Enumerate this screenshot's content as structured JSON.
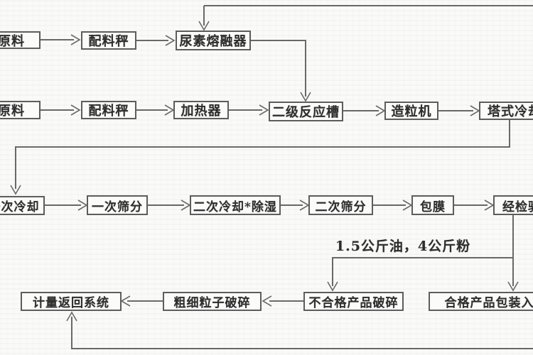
{
  "diagram": {
    "title_hint": "fertilizer-production-flowchart",
    "annotation": "1.5公斤油，4公斤粉",
    "colors": {
      "line": "#5d5d5d",
      "box_border": "#5d5d5d",
      "text": "#2e2e2e",
      "background": "#fafaf9"
    },
    "nodes": {
      "raw_material_1": "原料",
      "batch_scale_1": "配料秤",
      "urea_melter": "尿素熔融器",
      "raw_material_2": "原料",
      "batch_scale_2": "配料秤",
      "heater": "加热器",
      "secondary_reactor": "二级反应槽",
      "granulator": "造粒机",
      "tower_cooling": "塔式冷却",
      "primary_cooling": "一次冷却",
      "primary_screening": "一次筛分",
      "secondary_cooling_dehumidify": "二次冷却*除湿",
      "secondary_screening": "二次筛分",
      "coating": "包膜",
      "inspection": "经检验",
      "metering_return_system": "计量返回系统",
      "coarse_fine_particle_crushing": "粗细粒子破碎",
      "rejected_product_crushing": "不合格产品破碎",
      "qualified_product_packaging": "合格产品包装入"
    }
  }
}
